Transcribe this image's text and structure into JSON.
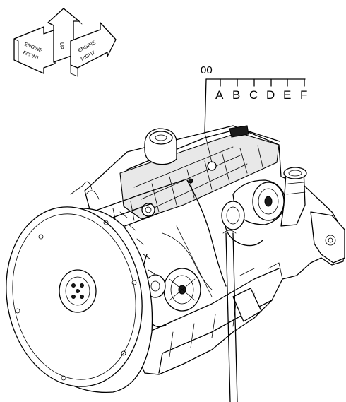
{
  "callout": {
    "reference": "00",
    "variants": [
      "A",
      "B",
      "C",
      "D",
      "E",
      "F"
    ]
  },
  "orientation_marker": {
    "left_arrow_text": [
      "ENGINE",
      "FRONT"
    ],
    "right_arrow_text": [
      "ENGINE",
      "RIGHT"
    ],
    "up_label": "UP",
    "icon": "orientation-arrows-icon"
  },
  "colors": {
    "line": "#000000",
    "background": "#ffffff",
    "shade": "#e8e8e8"
  }
}
